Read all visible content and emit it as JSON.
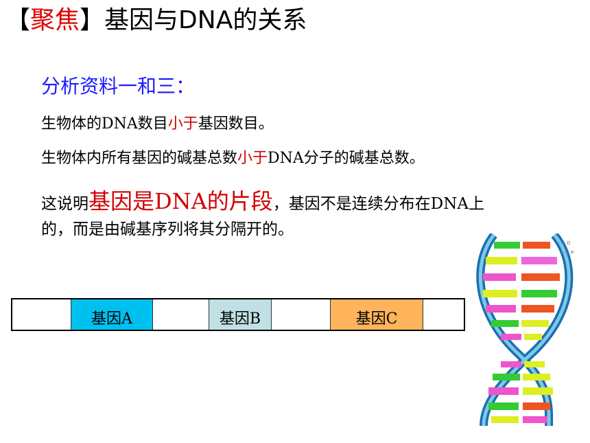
{
  "title": {
    "bracket_open": "【",
    "focus": "聚焦",
    "bracket_close": "】",
    "text": "基因与DNA的关系"
  },
  "subhead": "分析资料一和三：",
  "line1": {
    "a": "生物体的DNA数目",
    "b": "小于",
    "c": "基因数目。"
  },
  "line2": {
    "a": "生物体内所有基因的碱基总数",
    "b": "小于",
    "c": "DNA分子的碱基总数。"
  },
  "line3": {
    "a": "这说明",
    "b": "基因是DNA的片段",
    "c": "，基因不是连续分布在DNA上"
  },
  "line4": "的，而是由碱基序列将其分隔开的。",
  "genes": {
    "a": "基因A",
    "b": "基因B",
    "c": "基因C"
  },
  "dna_image": {
    "label_d": "D",
    "label_p": "P"
  },
  "colors": {
    "title_highlight": "#e00000",
    "subhead": "#1a1aff",
    "emphasis": "#d00000",
    "gene_a": "#00c0f0",
    "gene_b": "#bfe0e4",
    "gene_c": "#ffb45c"
  }
}
